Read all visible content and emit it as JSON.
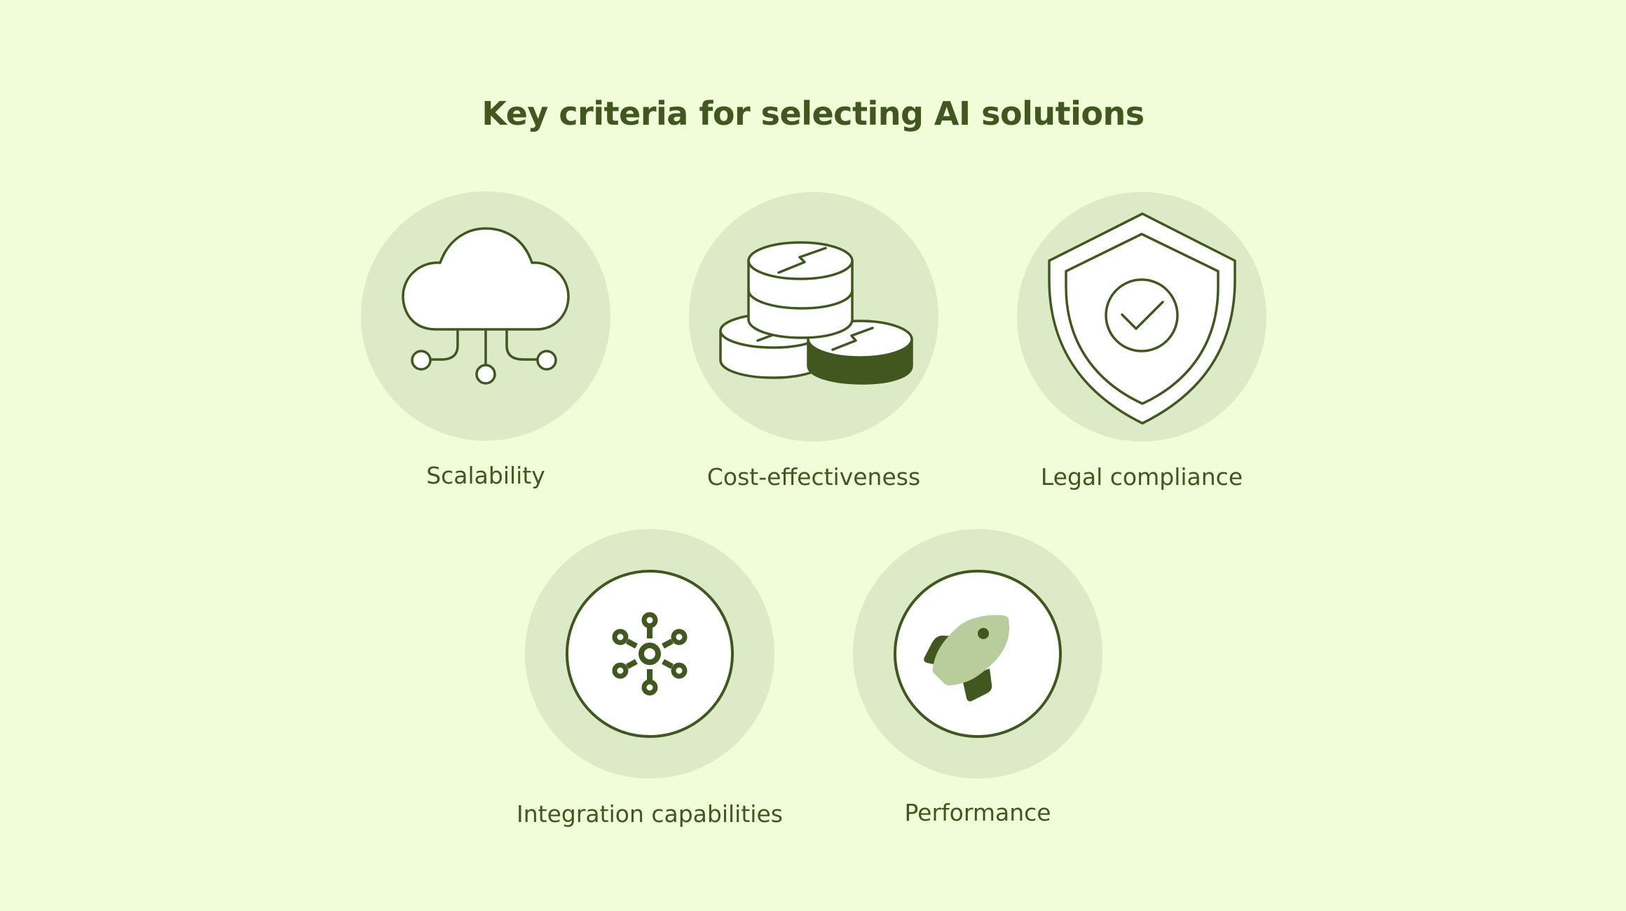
{
  "title": "Key criteria for selecting AI solutions",
  "colors": {
    "background": "#F1FDD9",
    "circle": "#DDEAC7",
    "dark_green": "#40571F",
    "light_green": "#B9CC9C",
    "white": "#FFFFFF"
  },
  "criteria": [
    {
      "label": "Scalability",
      "icon": "cloud-network-icon"
    },
    {
      "label": "Cost-effectiveness",
      "icon": "coins-stack-icon"
    },
    {
      "label": "Legal compliance",
      "icon": "shield-check-icon"
    },
    {
      "label": "Integration capabilities",
      "icon": "network-hub-icon"
    },
    {
      "label": "Performance",
      "icon": "rocket-icon"
    }
  ]
}
